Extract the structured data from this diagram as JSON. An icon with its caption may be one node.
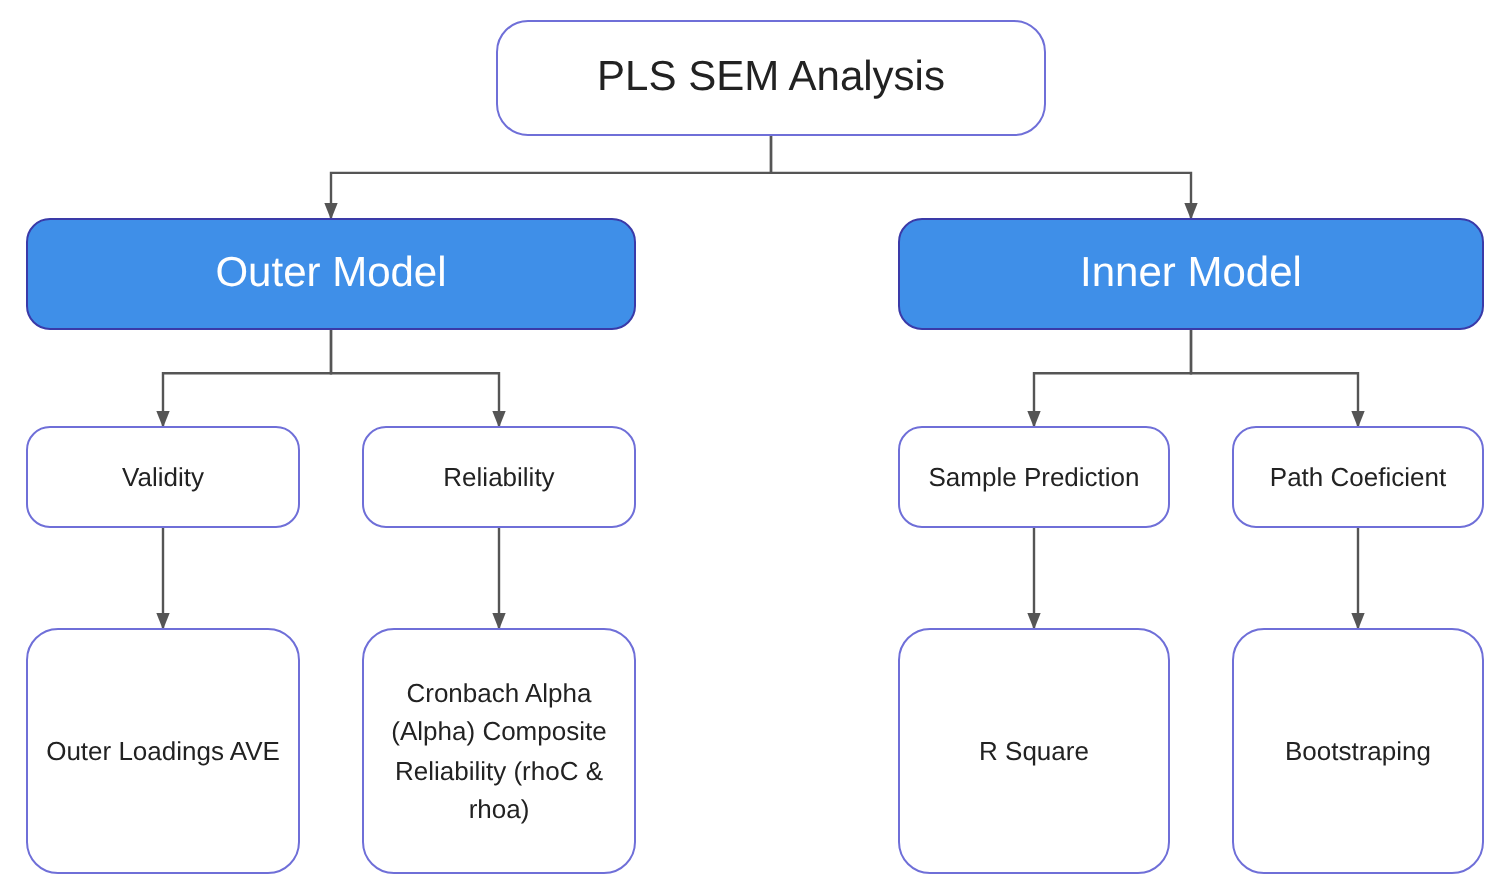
{
  "diagram": {
    "nodes": [
      {
        "text": [
          "PLS SEM Analysis"
        ]
      },
      {
        "text": [
          "Outer Model"
        ]
      },
      {
        "text": [
          "Inner Model"
        ]
      },
      {
        "text": [
          "Validity"
        ]
      },
      {
        "text": [
          "Reliability"
        ]
      },
      {
        "text": [
          "Sample Prediction"
        ]
      },
      {
        "text": [
          "Path Coeficient"
        ]
      },
      {
        "text": [
          "Outer Loadings AVE"
        ]
      },
      {
        "text": [
          "Cronbach Alpha (Alpha) Composite Reliability (rhoC & rhoa)"
        ]
      },
      {
        "text": [
          "R Square"
        ]
      },
      {
        "text": [
          "Bootstraping"
        ]
      }
    ],
    "edges": [
      {
        "from": 0,
        "to": 1,
        "arrow": "to"
      },
      {
        "from": 0,
        "to": 2,
        "arrow": "to"
      },
      {
        "from": 1,
        "to": 3,
        "arrow": "to"
      },
      {
        "from": 1,
        "to": 4,
        "arrow": "to"
      },
      {
        "from": 2,
        "to": 5,
        "arrow": "to"
      },
      {
        "from": 2,
        "to": 6,
        "arrow": "to"
      },
      {
        "from": 3,
        "to": 7,
        "arrow": "to"
      },
      {
        "from": 4,
        "to": 8,
        "arrow": "to"
      },
      {
        "from": 5,
        "to": 9,
        "arrow": "to"
      },
      {
        "from": 6,
        "to": 10,
        "arrow": "to"
      }
    ]
  }
}
